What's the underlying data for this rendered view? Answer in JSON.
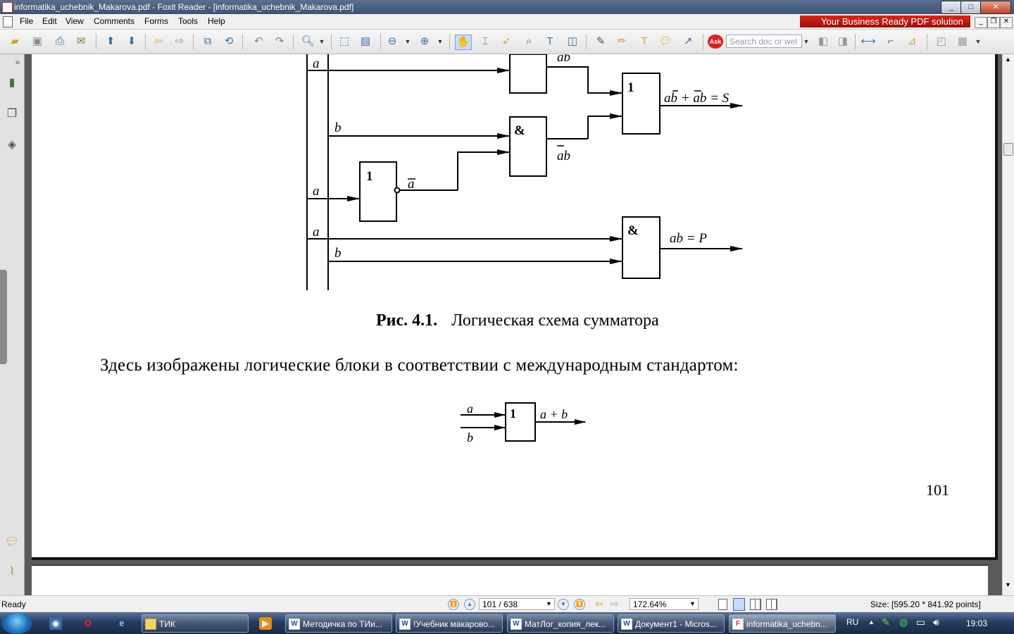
{
  "window": {
    "title": "informatika_uchebnik_Makarova.pdf - Foxit Reader - [informatika_uchebnik_Makarova.pdf]",
    "min": "_",
    "max": "□",
    "close": "✕"
  },
  "menu": {
    "items": [
      "File",
      "Edit",
      "View",
      "Comments",
      "Forms",
      "Tools",
      "Help"
    ],
    "banner": "Your Business Ready PDF solution"
  },
  "toolbar": {
    "search_placeholder": "Search doc or wel",
    "ask_label": "Ask"
  },
  "document": {
    "figure": {
      "labels": {
        "a": "a",
        "b": "b",
        "not_a": "a",
        "ab_top": "ab",
        "nota_b": "ab",
        "sum": "ab + ab = S",
        "carry": "ab = P",
        "one": "1",
        "and": "&"
      }
    },
    "caption_num": "Рис. 4.1.",
    "caption_text": "Логическая схема сумматора",
    "body": "Здесь изображены логические блоки в соответствии с международным стандартом:",
    "or_gate": {
      "in_a": "a",
      "in_b": "b",
      "symbol": "1",
      "out": "a + b"
    },
    "page_number": "101"
  },
  "status": {
    "ready": "Ready",
    "page": "101 / 638",
    "zoom": "172.64%",
    "size": "Size: [595.20 * 841.92 points]"
  },
  "taskbar": {
    "items": [
      {
        "label": "ТИК",
        "icon": "folder-icon"
      },
      {
        "label": "Методичка по ТИи...",
        "icon": "word-icon"
      },
      {
        "label": "!Учебник макарово...",
        "icon": "word-icon"
      },
      {
        "label": "МатЛог_копия_лек...",
        "icon": "word-icon"
      },
      {
        "label": "Документ1 - Micros...",
        "icon": "word-icon"
      },
      {
        "label": "informatika_uchebn...",
        "icon": "pdf-icon"
      }
    ],
    "lang": "RU",
    "clock": "19:03"
  },
  "colors": {
    "titlebar": "#3e5273",
    "banner": "#c41a13",
    "taskbar": "#1a2b47"
  }
}
